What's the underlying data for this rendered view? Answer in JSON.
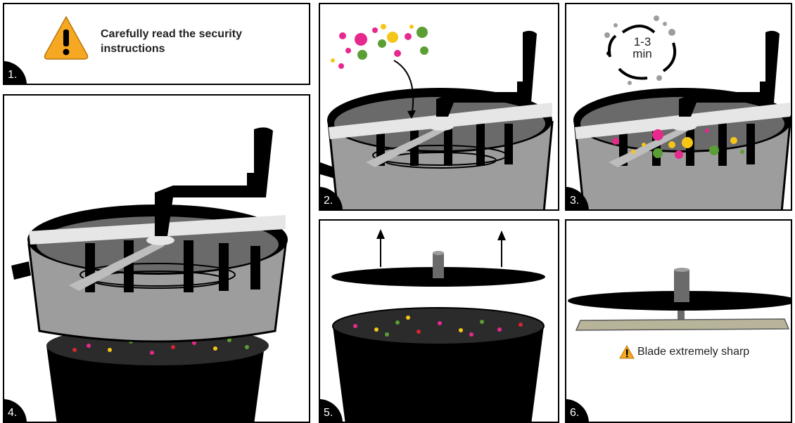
{
  "steps": [
    {
      "number": "1.",
      "text": "Carefully read the security instructions"
    },
    {
      "number": "2."
    },
    {
      "number": "3.",
      "timer": {
        "line1": "1-3",
        "line2": "min"
      }
    },
    {
      "number": "4."
    },
    {
      "number": "5."
    },
    {
      "number": "6.",
      "warning": "Blade extremely sharp"
    }
  ],
  "colors": {
    "pink": "#e6298c",
    "green": "#5b9e35",
    "yellow": "#f5c518",
    "red": "#d7262e",
    "grey": "#9d9d9d",
    "dark": "#000000",
    "warning": "#f7a823"
  },
  "icons": [
    "warning-icon",
    "crank-handle-icon",
    "arrow-icon",
    "timer-cycle-icon"
  ]
}
